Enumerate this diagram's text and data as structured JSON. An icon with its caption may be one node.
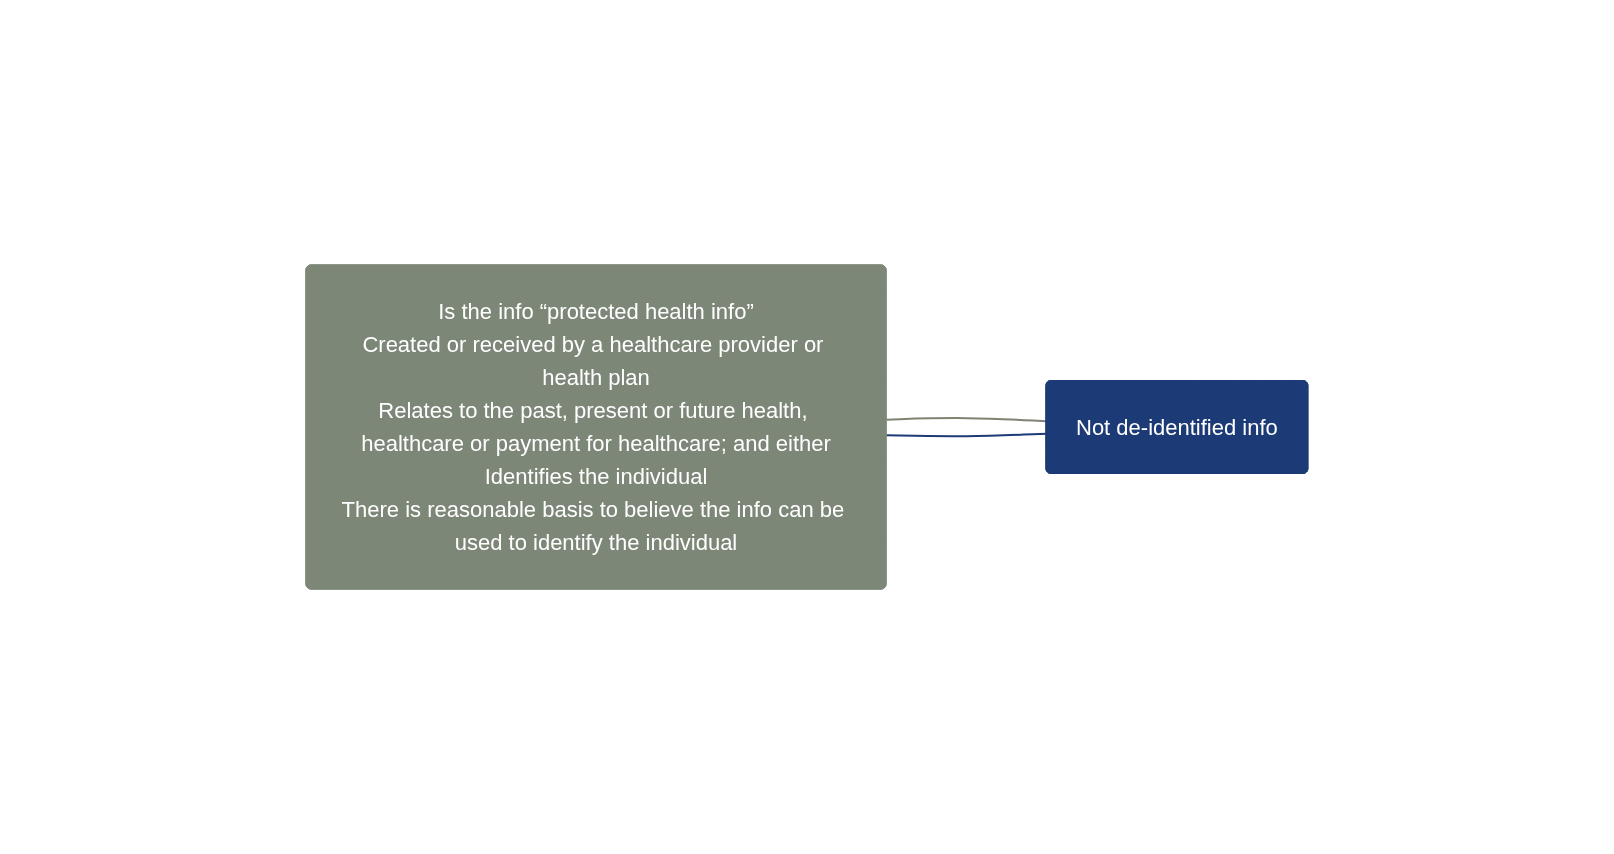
{
  "diagram": {
    "nodes": [
      {
        "text": [
          "Is the info “protected health info”",
          "Created or received by a healthcare provider or health plan",
          "Relates to the past, present or future health, healthcare or payment for healthcare; and either",
          "Identifies the individual",
          "There is reasonable basis to believe the info can be used to identify the individual"
        ]
      },
      {
        "text": [
          "Not de-identified info"
        ]
      }
    ],
    "edges": [
      {
        "from": 0,
        "to": 1,
        "arrow": "none",
        "color": "#7f8373"
      },
      {
        "from": 0,
        "to": 1,
        "arrow": "none",
        "color": "#1c3a75"
      }
    ]
  }
}
